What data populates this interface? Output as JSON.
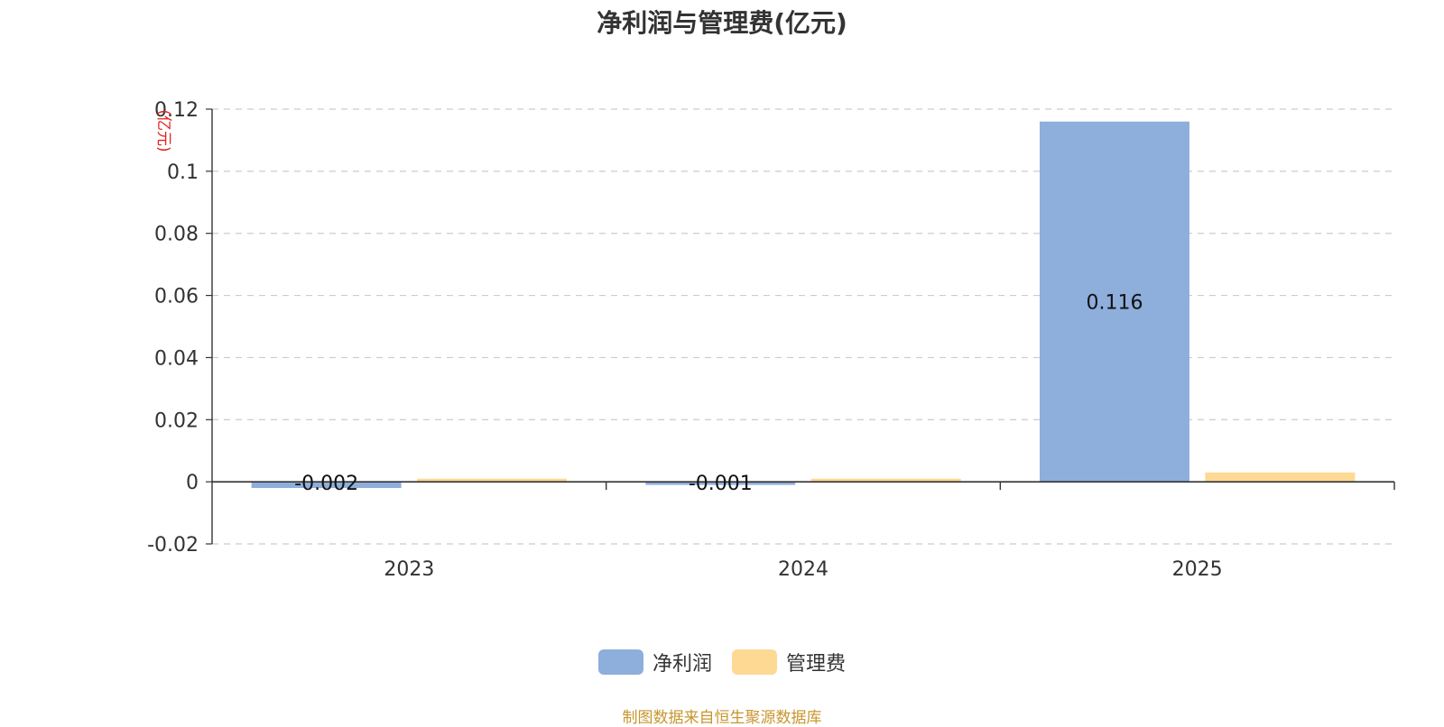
{
  "title": "净利润与管理费(亿元)",
  "source": "制图数据来自恒生聚源数据库",
  "chart_data": {
    "type": "bar",
    "title": "净利润与管理费(亿元)",
    "ylabel": "(亿元)",
    "categories": [
      "2023",
      "2024",
      "2025"
    ],
    "ylim": [
      -0.02,
      0.12
    ],
    "yticks": [
      -0.02,
      0,
      0.02,
      0.04,
      0.06,
      0.08,
      0.1,
      0.12
    ],
    "ytick_labels": [
      "-0.02",
      "0",
      "0.02",
      "0.04",
      "0.06",
      "0.08",
      "0.1",
      "0.12"
    ],
    "grid": true,
    "legend_position": "bottom-center",
    "series": [
      {
        "name": "净利润",
        "color": "#8eaedb",
        "values": [
          -0.002,
          -0.001,
          0.116
        ],
        "labels": [
          "-0.002",
          "-0.001",
          "0.116"
        ]
      },
      {
        "name": "管理费",
        "color": "#fdd994",
        "values": [
          0.001,
          0.001,
          0.003
        ],
        "labels": [
          "",
          "",
          ""
        ]
      }
    ]
  }
}
